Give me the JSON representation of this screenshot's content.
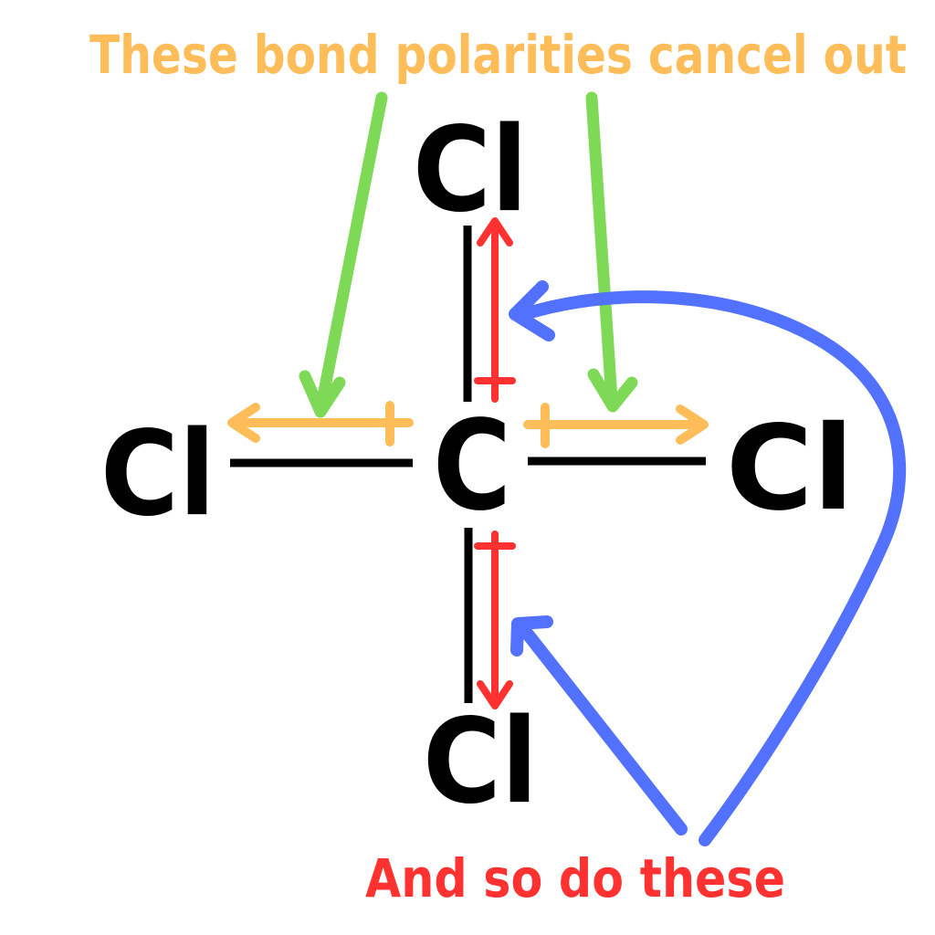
{
  "title": {
    "text": "These bond polarities cancel out"
  },
  "caption": {
    "text": "And so do these"
  },
  "molecule": {
    "center_atom": "C",
    "top_atom": "Cl",
    "right_atom": "Cl",
    "bottom_atom": "Cl",
    "left_atom": "Cl"
  },
  "colors": {
    "orange": "#FFBD59",
    "red": "#FF3131",
    "green": "#7ED957",
    "blue": "#5271FF",
    "black": "#000000",
    "background": "#FFFFFF"
  }
}
